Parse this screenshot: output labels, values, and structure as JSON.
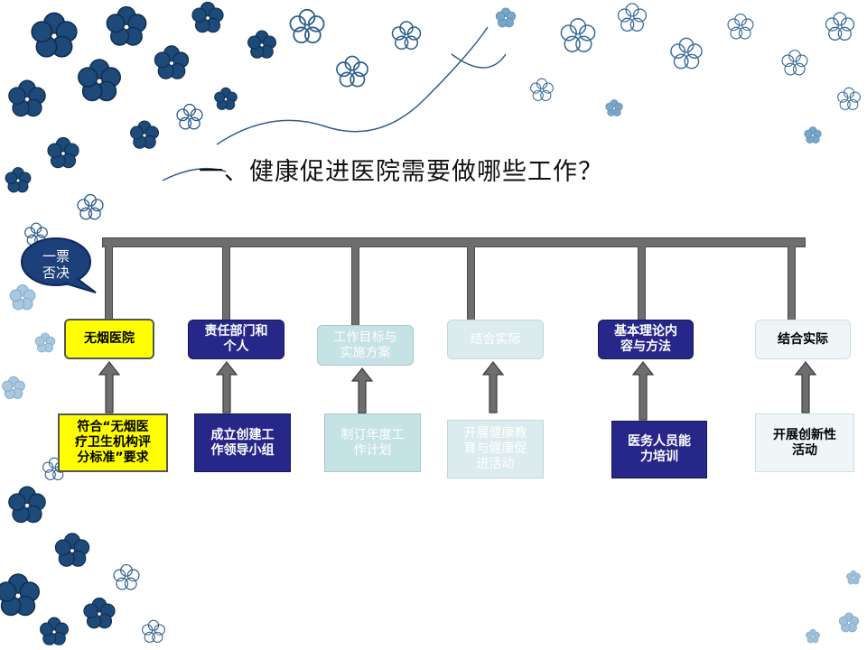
{
  "title": "一、健康促进医院需要做哪些工作？",
  "callout": {
    "line1": "一票",
    "line2": "否决"
  },
  "top_boxes": [
    {
      "line1": "无烟医院",
      "line2": ""
    },
    {
      "line1": "责任部门和",
      "line2": "个人"
    },
    {
      "line1": "工作目标与",
      "line2": "实施方案"
    },
    {
      "line1": "结合实际",
      "line2": ""
    },
    {
      "line1": "基本理论内",
      "line2": "容与方法"
    },
    {
      "line1": "结合实际",
      "line2": ""
    }
  ],
  "bottom_boxes": [
    {
      "line1": "符合“无烟医",
      "line2": "疗卫生机构评",
      "line3": "分标准”要求"
    },
    {
      "line1": "成立创建工",
      "line2": "作领导小组",
      "line3": ""
    },
    {
      "line1": "制订年度工",
      "line2": "作计划",
      "line3": ""
    },
    {
      "line1": "开展健康教",
      "line2": "育与健康促",
      "line3": "进活动"
    },
    {
      "line1": "医务人员能",
      "line2": "力培训",
      "line3": ""
    },
    {
      "line1": "开展创新性",
      "line2": "活动",
      "line3": ""
    }
  ],
  "colors": {
    "navy": "#27278a",
    "yellow": "#ffff00",
    "teal": "#c5e2e5",
    "bubble": "#1d3f7a",
    "connector": "#6e6e6e"
  }
}
